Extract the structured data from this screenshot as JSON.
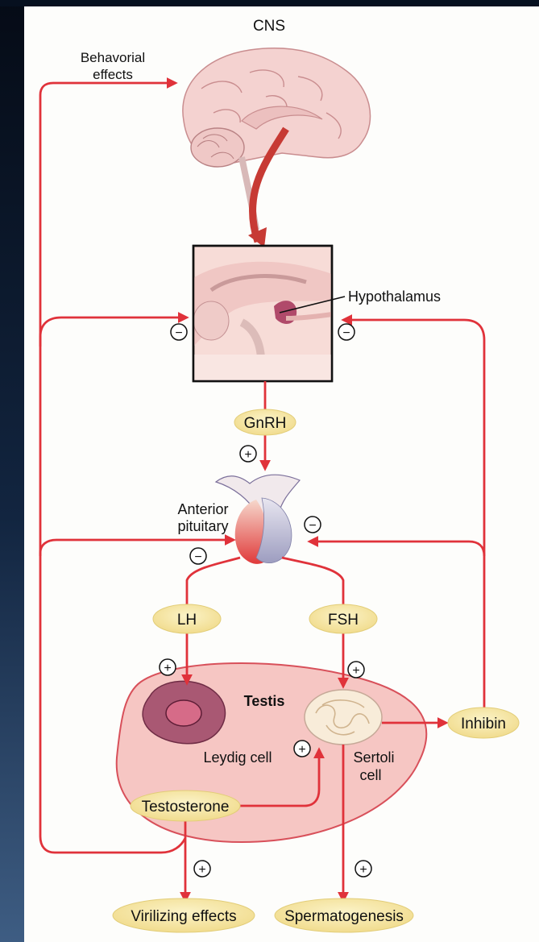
{
  "labels": {
    "cns": "CNS",
    "behavioral_line1": "Behavorial",
    "behavioral_line2": "effects",
    "hypothalamus": "Hypothalamus",
    "gnrh": "GnRH",
    "anterior_line1": "Anterior",
    "anterior_line2": "pituitary",
    "lh": "LH",
    "fsh": "FSH",
    "testis": "Testis",
    "leydig": "Leydig cell",
    "sertoli_line1": "Sertoli",
    "sertoli_line2": "cell",
    "testosterone": "Testosterone",
    "inhibin": "Inhibin",
    "virilizing": "Virilizing effects",
    "spermatogenesis": "Spermatogenesis"
  },
  "signs": {
    "plus": "+",
    "minus": "−"
  },
  "colors": {
    "arrow": "#e0323a",
    "pill": "#f6e7a4",
    "pill_border": "#e2cd78",
    "testis_fill": "#f6c7c5",
    "testis_border": "#d8505a",
    "brain": "#f3d4d2",
    "page": "#fdfdfb",
    "dark_edge": "#0b1a2e"
  }
}
